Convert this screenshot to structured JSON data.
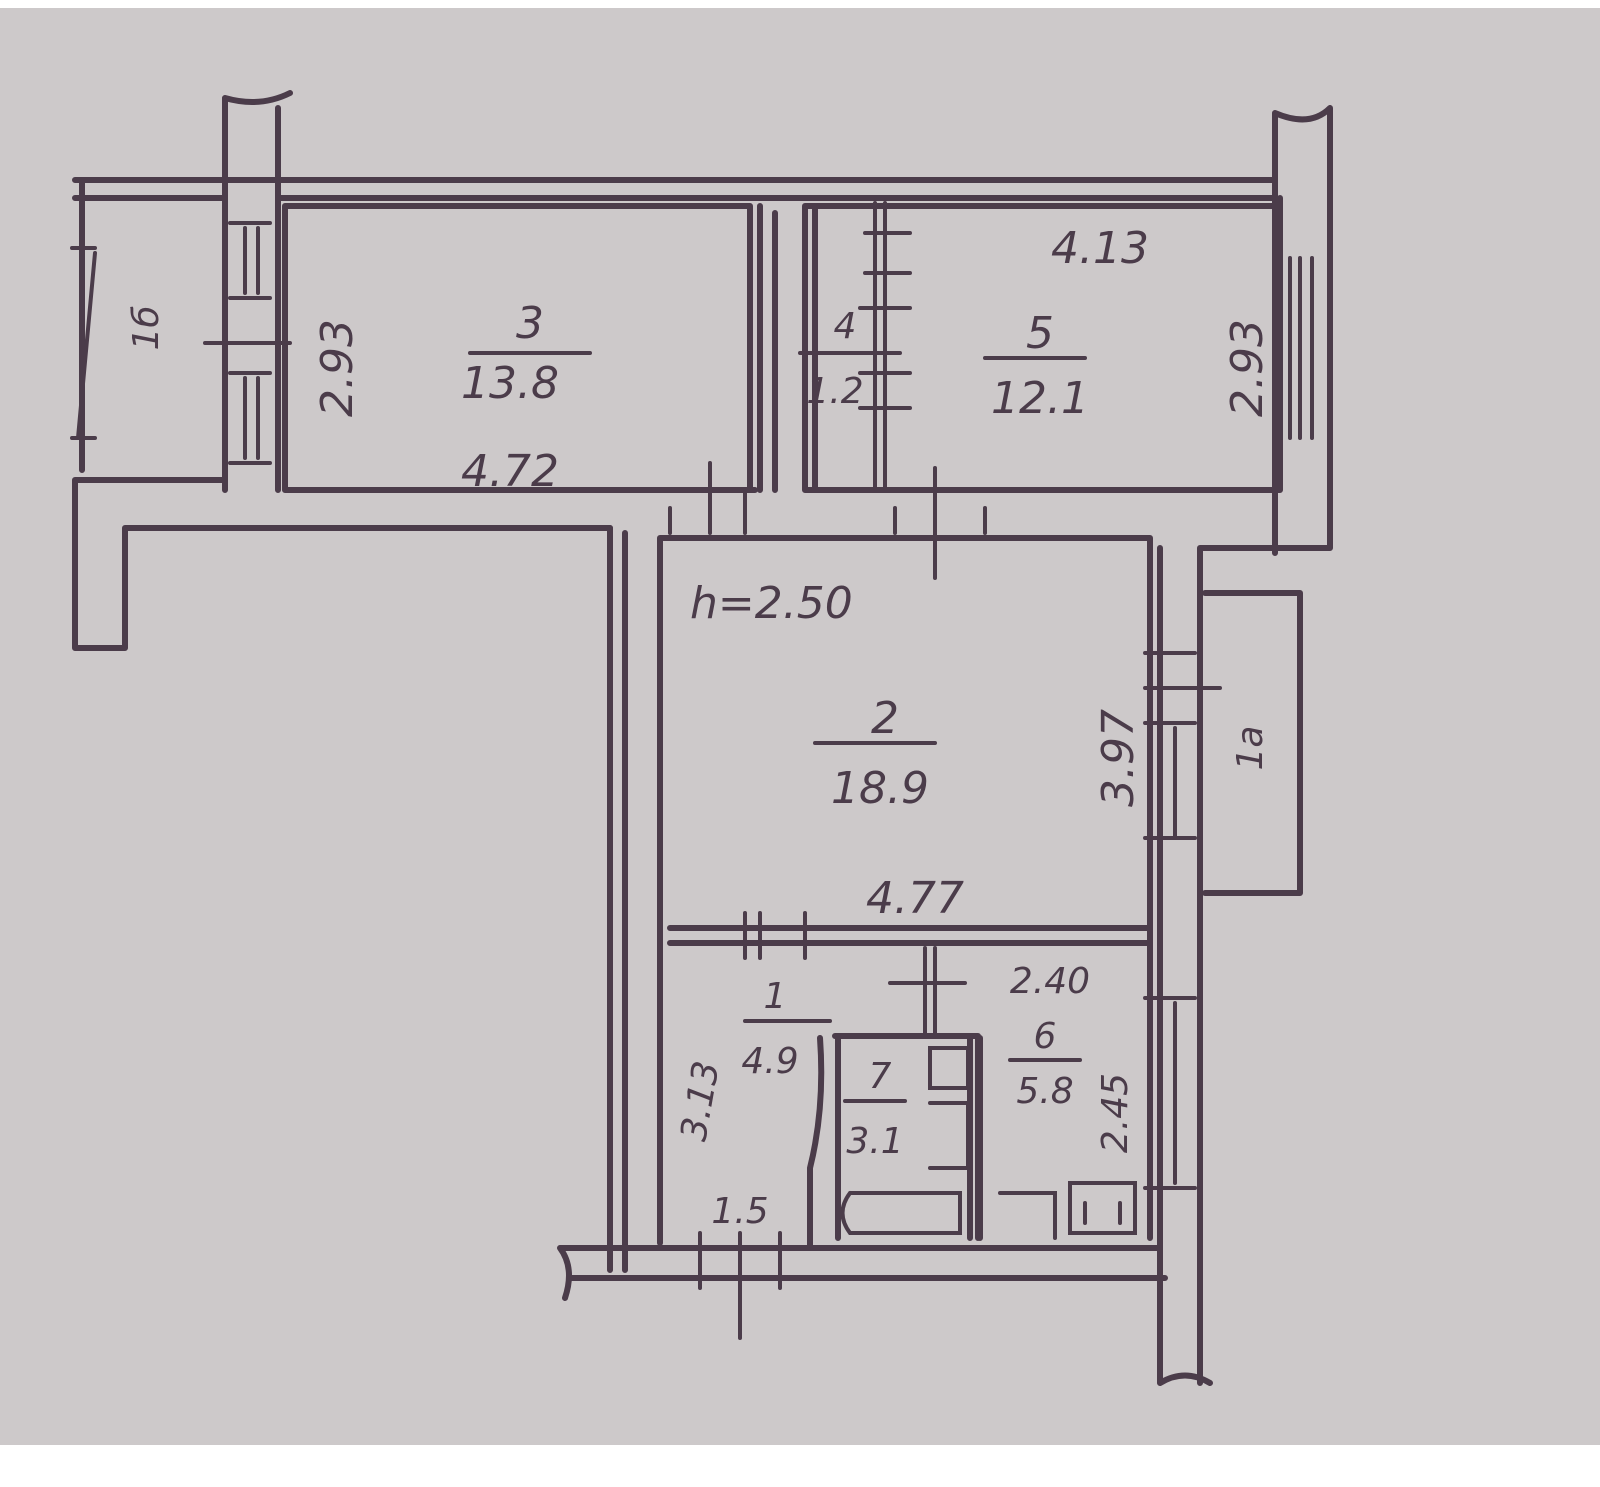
{
  "plan": {
    "ceiling_height": "h=2.50",
    "rooms": [
      {
        "number": "1",
        "area": "4.9",
        "dims": [
          "3.13",
          "1.5"
        ]
      },
      {
        "number": "2",
        "area": "18.9",
        "dims": [
          "4.77",
          "3.97"
        ]
      },
      {
        "number": "3",
        "area": "13.8",
        "dims": [
          "4.72",
          "2.93"
        ]
      },
      {
        "number": "4",
        "area": "1.2"
      },
      {
        "number": "5",
        "area": "12.1",
        "dims": [
          "4.13",
          "2.93"
        ]
      },
      {
        "number": "6",
        "area": "5.8",
        "dims": [
          "2.40",
          "2.45"
        ]
      },
      {
        "number": "7",
        "area": "3.1"
      }
    ],
    "balconies": [
      "1б",
      "1a"
    ]
  },
  "colors": {
    "paper": "#cdc9ca",
    "ink": "#4b3c4a"
  }
}
